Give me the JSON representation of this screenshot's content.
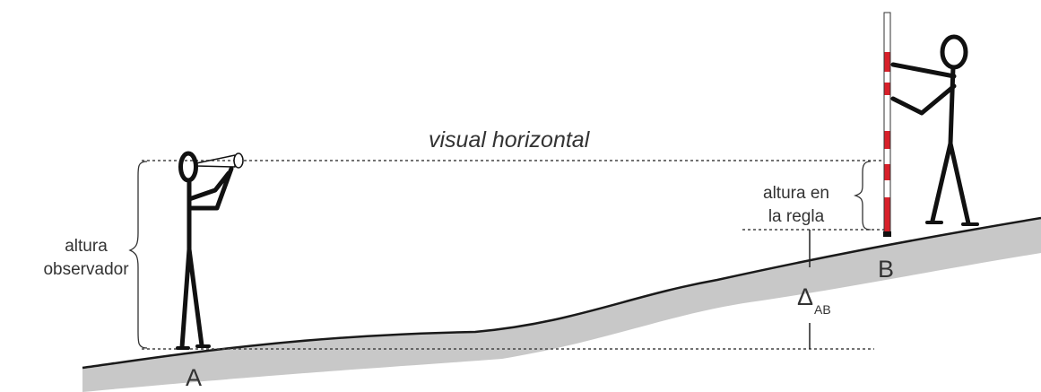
{
  "labels": {
    "sight_line": "visual horizontal",
    "observer_height": [
      "altura",
      "observador"
    ],
    "rod_height": [
      "altura en",
      "la regla"
    ],
    "point_a": "A",
    "point_b": "B",
    "delta_symbol": "Δ",
    "delta_subscript": "AB"
  },
  "colors": {
    "ground_fill": "#c8c8c8",
    "ground_line": "#1a1a1a",
    "figure_stroke": "#111111",
    "rod_red": "#d8202a",
    "dotted_line": "#444444",
    "text": "#333333"
  }
}
